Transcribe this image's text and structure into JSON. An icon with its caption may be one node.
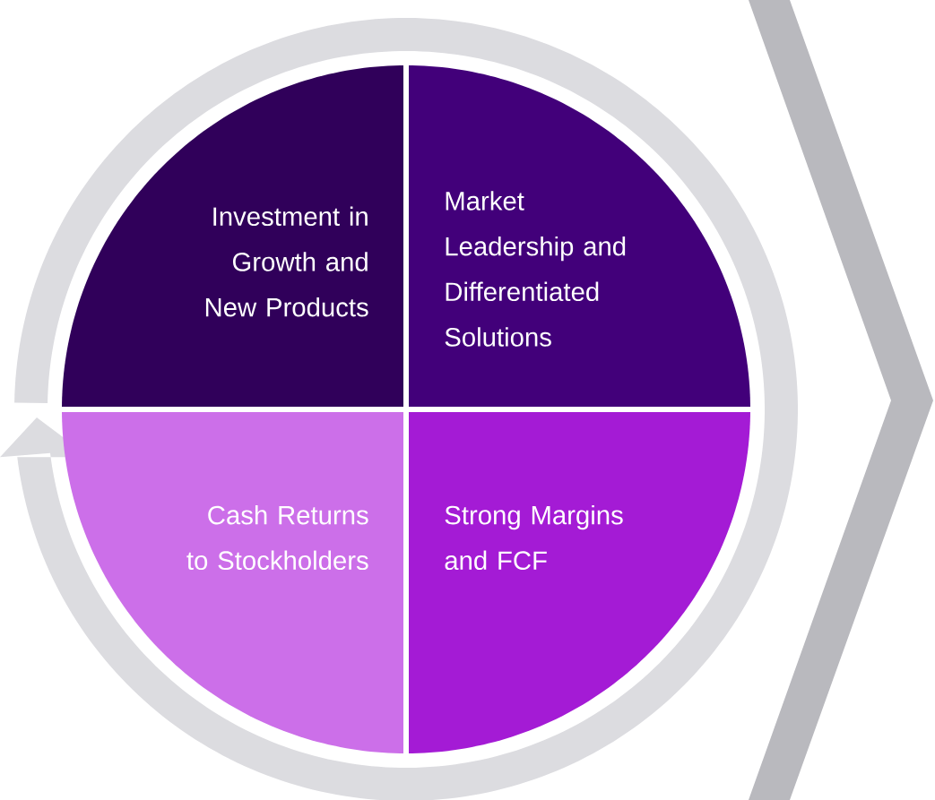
{
  "diagram": {
    "nodes": [
      {
        "text": [
          "Investment in Growth and New Products"
        ]
      },
      {
        "text": [
          "Market Leadership and Differentiated Solutions"
        ]
      },
      {
        "text": [
          "Cash Returns to Stockholders"
        ]
      },
      {
        "text": [
          "Strong Margins and FCF"
        ]
      },
      {
        "text": [],
        "shape": "chevron"
      }
    ]
  }
}
